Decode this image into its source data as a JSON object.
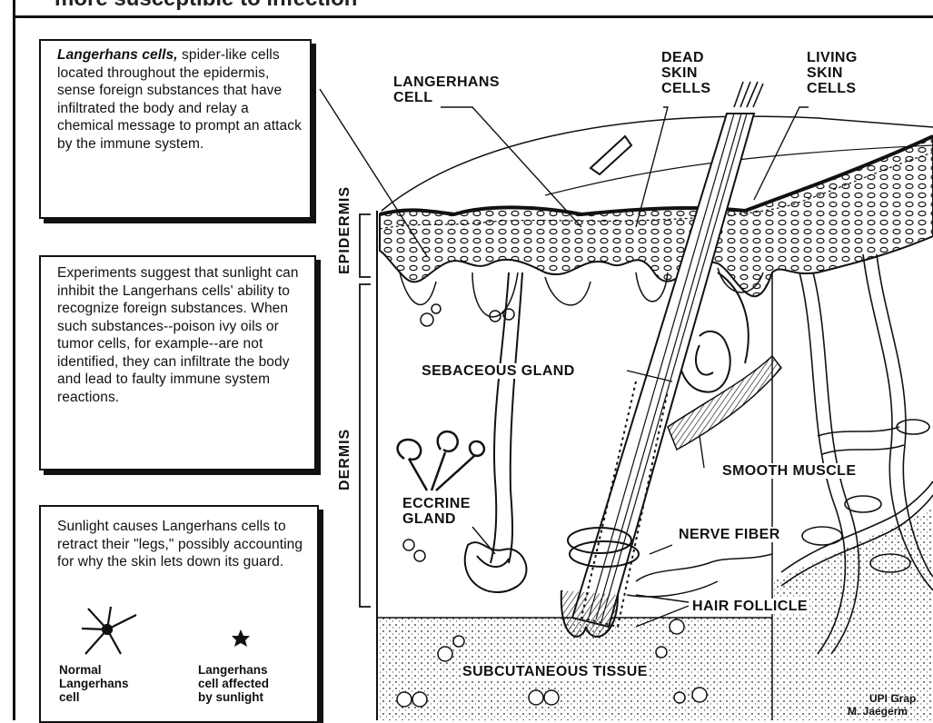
{
  "headline": "more susceptible to infection",
  "callouts": {
    "langerhans_term": "Langerhans cells,",
    "langerhans_rest": " spider-like cells located throughout the epidermis, sense foreign substances that have infiltrated the body and relay a chemical message to prompt an attack by the immune system.",
    "experiments": "Experiments suggest that sunlight can inhibit the Langerhans cells' ability to recognize foreign substances. When such substances--poison ivy oils or tumor cells, for example--are not identified, they can infiltrate the body and lead to faulty immune system reactions.",
    "sunlight": "Sunlight causes Langerhans cells to retract their \"legs,\" possibly accounting for why the skin lets down its guard."
  },
  "legend": {
    "normal_line1": "Normal",
    "normal_line2": "Langerhans",
    "normal_line3": "cell",
    "affected_line1": "Langerhans",
    "affected_line2": "cell affected",
    "affected_line3": "by sunlight"
  },
  "layers": {
    "epidermis": "EPIDERMIS",
    "dermis": "DERMIS"
  },
  "labels": {
    "langerhans_cell_1": "LANGERHANS",
    "langerhans_cell_2": "CELL",
    "dead_skin_1": "DEAD",
    "dead_skin_2": "SKIN",
    "dead_skin_3": "CELLS",
    "living_skin_1": "LIVING",
    "living_skin_2": "SKIN",
    "living_skin_3": "CELLS",
    "sebaceous_gland": "SEBACEOUS GLAND",
    "smooth_muscle": "SMOOTH MUSCLE",
    "eccrine_gland_1": "ECCRINE",
    "eccrine_gland_2": "GLAND",
    "nerve_fiber": "NERVE FIBER",
    "hair_follicle": "HAIR FOLLICLE",
    "subcutaneous_tissue": "SUBCUTANEOUS TISSUE"
  },
  "credit": {
    "line1": "UPI Grap",
    "line2": "M. Jaegerm"
  }
}
